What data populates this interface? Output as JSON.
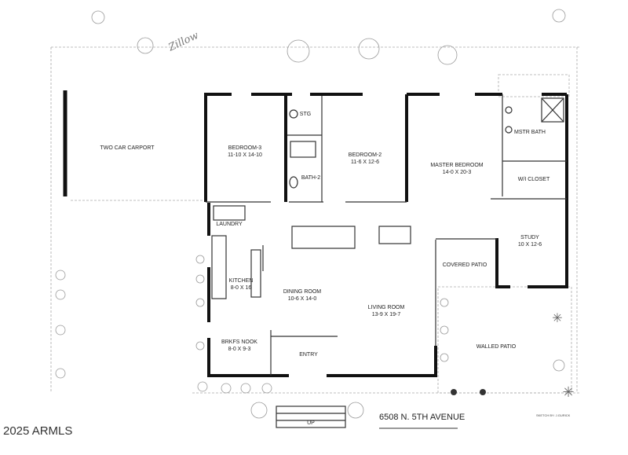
{
  "plan": {
    "signature": "Zillow",
    "address": "6508 N. 5TH AVENUE",
    "sketch_credit": "SKETCH BY: J.GURICK",
    "watermark": "2025 ARMLS",
    "stairs_label": "UP",
    "rooms": [
      {
        "name": "TWO CAR CARPORT",
        "dims": ""
      },
      {
        "name": "BEDROOM-3",
        "dims": "11-10 X 14-10"
      },
      {
        "name": "STG",
        "dims": ""
      },
      {
        "name": "BATH-2",
        "dims": ""
      },
      {
        "name": "BEDROOM-2",
        "dims": "11-6  X  12-6"
      },
      {
        "name": "MASTER BEDROOM",
        "dims": "14-0  X  20-3"
      },
      {
        "name": "MSTR BATH",
        "dims": ""
      },
      {
        "name": "W/I CLOSET",
        "dims": ""
      },
      {
        "name": "LAUNDRY",
        "dims": ""
      },
      {
        "name": "KITCHEN",
        "dims": "8-0  X  16"
      },
      {
        "name": "DINING ROOM",
        "dims": "10-6  X  14-0"
      },
      {
        "name": "LIVING ROOM",
        "dims": "13-9  X  19-7"
      },
      {
        "name": "COVERED PATIO",
        "dims": ""
      },
      {
        "name": "STUDY",
        "dims": "10 X 12-6"
      },
      {
        "name": "BRKFS NOOK",
        "dims": "8-0  X  9-3"
      },
      {
        "name": "ENTRY",
        "dims": ""
      },
      {
        "name": "WALLED PATIO",
        "dims": ""
      }
    ]
  }
}
